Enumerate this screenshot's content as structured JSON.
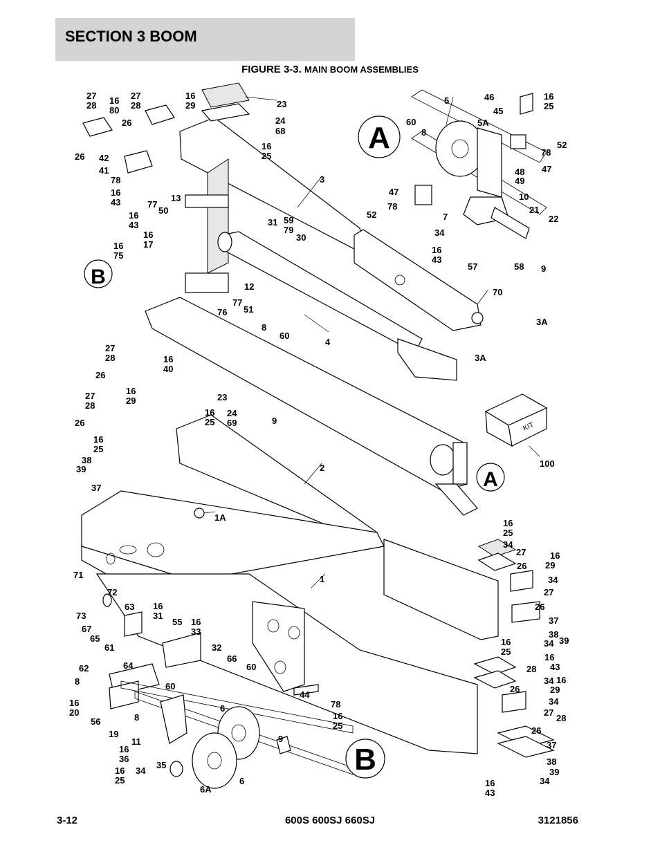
{
  "header": {
    "section": "SECTION 3   BOOM"
  },
  "figure": {
    "label": "FIGURE 3-3.",
    "title": "MAIN BOOM ASSEMBLIES"
  },
  "footer": {
    "page": "3-12",
    "models": "600S 600SJ 660SJ",
    "part_number": "3121856"
  },
  "callouts": [
    {
      "text": "A"
    },
    {
      "text": "B"
    },
    {
      "text": "A"
    },
    {
      "text": "B"
    }
  ],
  "kit_box_label": "KIT",
  "labels": [
    "27",
    "28",
    "16",
    "80",
    "27",
    "28",
    "16",
    "29",
    "26",
    "23",
    "24",
    "68",
    "16",
    "25",
    "26",
    "42",
    "41",
    "78",
    "16",
    "43",
    "3",
    "13",
    "77",
    "50",
    "16",
    "43",
    "16",
    "17",
    "16",
    "75",
    "31",
    "59",
    "79",
    "30",
    "12",
    "77",
    "51",
    "76",
    "8",
    "60",
    "4",
    "5",
    "60",
    "8",
    "46",
    "45",
    "5A",
    "16",
    "25",
    "52",
    "78",
    "47",
    "48",
    "49",
    "10",
    "47",
    "78",
    "52",
    "7",
    "21",
    "22",
    "34",
    "16",
    "43",
    "57",
    "58",
    "9",
    "70",
    "3A",
    "3A",
    "27",
    "28",
    "16",
    "40",
    "26",
    "27",
    "28",
    "16",
    "29",
    "23",
    "26",
    "16",
    "25",
    "24",
    "69",
    "9",
    "16",
    "25",
    "38",
    "39",
    "37",
    "100",
    "2",
    "1A",
    "16",
    "25",
    "34",
    "27",
    "16",
    "29",
    "26",
    "34",
    "27",
    "26",
    "37",
    "38",
    "16",
    "25",
    "34",
    "39",
    "16",
    "43",
    "34",
    "28",
    "26",
    "16",
    "29",
    "34",
    "27",
    "28",
    "26",
    "37",
    "38",
    "39",
    "16",
    "43",
    "34",
    "1",
    "71",
    "72",
    "73",
    "63",
    "67",
    "65",
    "61",
    "16",
    "31",
    "55",
    "16",
    "33",
    "32",
    "66",
    "62",
    "64",
    "8",
    "60",
    "60",
    "44",
    "78",
    "16",
    "25",
    "16",
    "20",
    "56",
    "19",
    "8",
    "6",
    "11",
    "16",
    "36",
    "9",
    "16",
    "25",
    "34",
    "35",
    "6A",
    "6"
  ]
}
